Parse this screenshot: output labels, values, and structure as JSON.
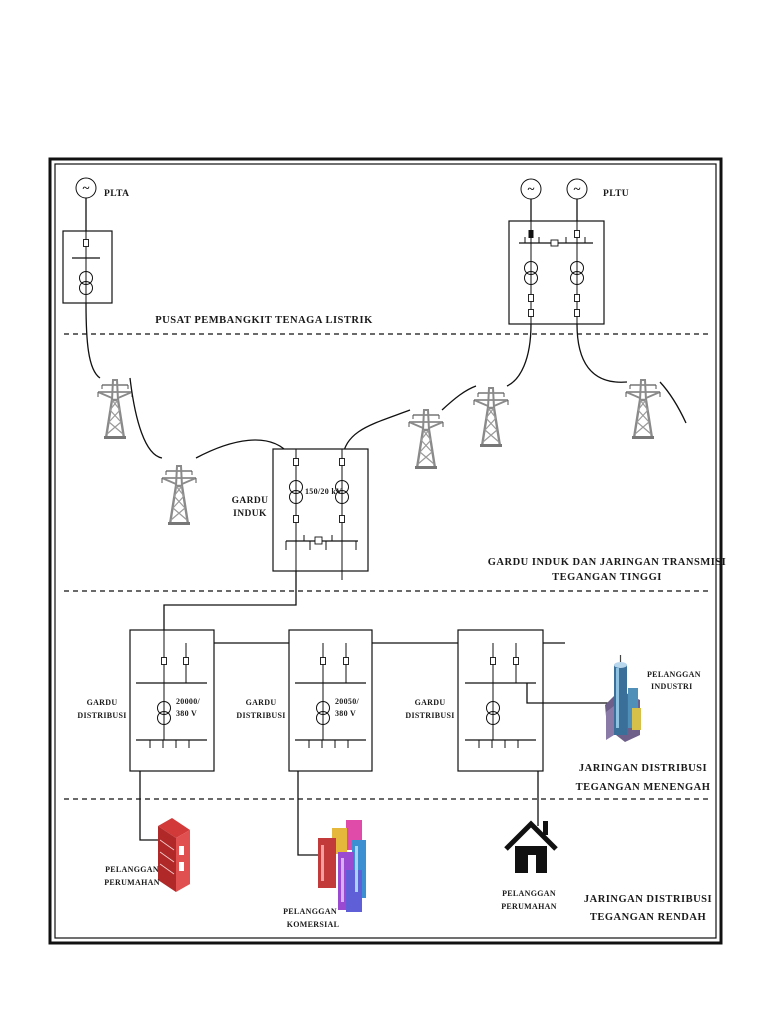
{
  "plants": {
    "plta": "PLTA",
    "pltu": "PLTU",
    "section_title": "PUSAT PEMBANGKIT TENAGA LISTRIK"
  },
  "gardu_induk": {
    "label_line1": "GARDU",
    "label_line2": "INDUK",
    "rating": "150/20 kV"
  },
  "transmission_section": {
    "line1": "GARDU INDUK DAN JARINGAN TRANSMISI",
    "line2": "TEGANGAN TINGGI"
  },
  "distribution_substations": [
    {
      "label_line1": "GARDU",
      "label_line2": "DISTRIBUSI",
      "rating_line1": "20000/",
      "rating_line2": "380 V"
    },
    {
      "label_line1": "GARDU",
      "label_line2": "DISTRIBUSI",
      "rating_line1": "20050/",
      "rating_line2": "380 V"
    },
    {
      "label_line1": "GARDU",
      "label_line2": "DISTRIBUSI"
    }
  ],
  "medium_voltage_section": {
    "line1": "JARINGAN DISTRIBUSI",
    "line2": "TEGANGAN MENENGAH"
  },
  "low_voltage_section": {
    "line1": "JARINGAN DISTRIBUSI",
    "line2": "TEGANGAN RENDAH"
  },
  "customers": {
    "industry_line1": "PELANGGAN",
    "industry_line2": "INDUSTRI",
    "residential_1_line1": "PELANGGAN",
    "residential_1_line2": "PERUMAHAN",
    "commercial_line1": "PELANGGAN",
    "commercial_line2": "KOMERSIAL",
    "residential_2_line1": "PELANGGAN",
    "residential_2_line2": "PERUMAHAN"
  },
  "symbols": {
    "generator": "~",
    "generator_icon": "generator-icon",
    "transformer_icon": "transformer-icon",
    "tower_icon": "transmission-tower-icon",
    "house_icon": "house-icon",
    "building_icon": "building-icon",
    "factory_icon": "factory-icon"
  }
}
